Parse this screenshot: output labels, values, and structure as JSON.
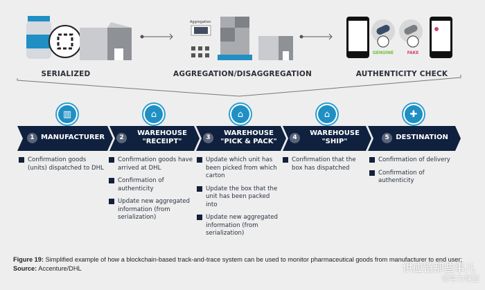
{
  "stages": [
    {
      "label": "SERIALIZED"
    },
    {
      "label": "AGGREGATION/DISAGGREGATION",
      "badge": "Aggregation"
    },
    {
      "label": "AUTHENTICITY CHECK",
      "genuine": "GENUINE",
      "fake": "FAKE"
    }
  ],
  "steps": [
    {
      "num": "1",
      "title": "MANUFACTURER",
      "icon": "factory-icon",
      "bullets": [
        "Confirmation goods (units) dispatched to DHL"
      ]
    },
    {
      "num": "2",
      "title": "WAREHOUSE \"RECEIPT\"",
      "icon": "warehouse-truck-icon",
      "bullets": [
        "Confirmation goods have arrived at DHL",
        "Confirmation of authenticity",
        "Update new aggregated information (from serialization)"
      ]
    },
    {
      "num": "3",
      "title": "WAREHOUSE \"PICK & PACK\"",
      "icon": "warehouse-truck-icon",
      "bullets": [
        "Update which unit has been picked from which carton",
        "Update the box that the unit has been packed into",
        "Update new aggregated information (from serialization)"
      ]
    },
    {
      "num": "4",
      "title": "WAREHOUSE \"SHIP\"",
      "icon": "warehouse-truck-icon",
      "bullets": [
        "Confirmation that the box has dispatched"
      ]
    },
    {
      "num": "5",
      "title": "DESTINATION",
      "icon": "location-pin-icon",
      "bullets": [
        "Confirmation of delivery",
        "Confirmation of authenticity"
      ]
    }
  ],
  "caption": {
    "fig": "Figure 19:",
    "text": " Simplified example of how a blockchain-based track-and-trace system can be used to monitor pharmaceutical goods from manufacturer to end user; ",
    "source_label": "Source:",
    "source": " Accenture/DHL"
  },
  "watermark": {
    "line1": "供应链那些事儿",
    "line2": "领导力课堂"
  },
  "colors": {
    "band": "#10213f",
    "accent": "#1f8fc4",
    "genuine": "#6bbf3a",
    "fake": "#d0457a"
  }
}
